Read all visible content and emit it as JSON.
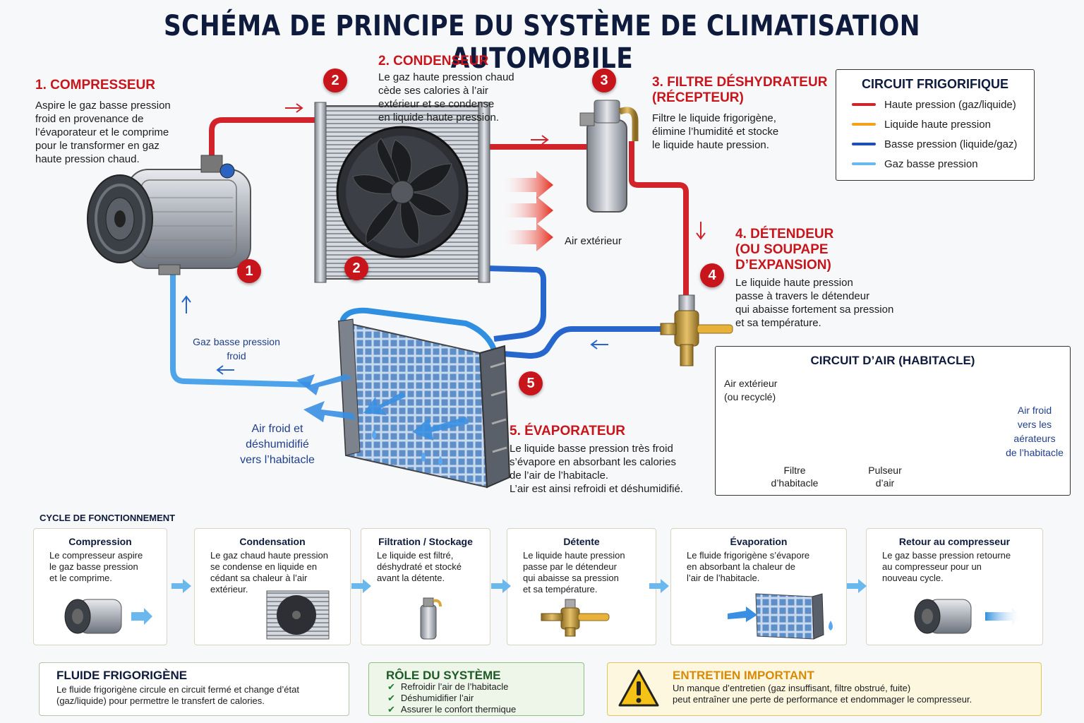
{
  "title": "SCHÉMA DE PRINCIPE DU SYSTÈME DE CLIMATISATION AUTOMOBILE",
  "components": {
    "compresseur": {
      "title": "1. COMPRESSEUR",
      "desc": "Aspire le gaz basse pression\nfroid en provenance de\nl’évaporateur et le comprime\npour le transformer en gaz\nhaute pression chaud."
    },
    "condenseur": {
      "title": "2. CONDENSEUR",
      "desc": "Le gaz haute pression chaud\ncède ses calories à l’air\nextérieur et se condense\nen liquide haute pression."
    },
    "filtre": {
      "title": "3. FILTRE DÉSHYDRATEUR\n(RÉCEPTEUR)",
      "desc": "Filtre le liquide frigorigène,\nélimine l’humidité et stocke\nle liquide haute pression."
    },
    "detendeur": {
      "title": "4. DÉTENDEUR\n(OU SOUPAPE D’EXPANSION)",
      "desc": "Le liquide haute pression\npasse à travers le détendeur\nqui abaisse fortement sa pression\net sa température."
    },
    "evaporateur": {
      "title": "5. ÉVAPORATEUR",
      "desc": "Le liquide basse pression très froid\ns’évapore en absorbant les calories\nde l’air de l’habitacle.\nL’air est ainsi refroidi et déshumidifié."
    }
  },
  "badges": [
    "1",
    "2",
    "2",
    "3",
    "4",
    "5"
  ],
  "labels": {
    "air_exterieur": "Air extérieur",
    "gaz_bp_froid": "Gaz basse pression\nfroid",
    "air_froid": "Air froid et\ndéshumidifié\nvers l’habitacle"
  },
  "legend": {
    "title": "CIRCUIT FRIGORIFIQUE",
    "items": [
      {
        "label": "Haute pression (gaz/liquide)",
        "color": "#d2232a"
      },
      {
        "label": "Liquide haute pression",
        "color": "#f0a21f"
      },
      {
        "label": "Basse pression (liquide/gaz)",
        "color": "#1f4fb5"
      },
      {
        "label": "Gaz basse pression",
        "color": "#6ab8ee"
      }
    ]
  },
  "air_circuit": {
    "title": "CIRCUIT D’AIR (HABITACLE)",
    "entree": "Air extérieur\n(ou recyclé)",
    "filtre": "Filtre\nd’habitacle",
    "pulseur": "Pulseur\nd’air",
    "sortie": "Air froid\nvers les\naérateurs\nde l’habitacle"
  },
  "cycle": {
    "header": "CYCLE DE FONCTIONNEMENT",
    "steps": [
      {
        "title": "Compression",
        "desc": "Le compresseur aspire\nle gaz basse pression\net le comprime.",
        "icon": "compressor-icon"
      },
      {
        "title": "Condensation",
        "desc": "Le gaz chaud haute pression\nse condense en liquide en\ncédant sa chaleur à l’air\nextérieur.",
        "icon": "condenser-icon"
      },
      {
        "title": "Filtration / Stockage",
        "desc": "Le liquide est filtré,\ndéshydraté et stocké\navant la détente.",
        "icon": "filter-drier-icon"
      },
      {
        "title": "Détente",
        "desc": "Le liquide haute pression\npasse par le détendeur\nqui abaisse sa pression\net sa température.",
        "icon": "expansion-valve-icon"
      },
      {
        "title": "Évaporation",
        "desc": "Le fluide frigorigène s’évapore\nen absorbant la chaleur de\nl’air de l’habitacle.",
        "icon": "evaporator-icon"
      },
      {
        "title": "Retour au compresseur",
        "desc": "Le gaz basse pression retourne\nau compresseur pour un\nnouveau cycle.",
        "icon": "compressor-icon"
      }
    ]
  },
  "info": {
    "fluide": {
      "title": "FLUIDE FRIGORIGÈNE",
      "desc": "Le fluide frigorigène circule en circuit fermé et change d’état\n(gaz/liquide) pour permettre le transfert de calories."
    },
    "role": {
      "title": "RÔLE DU SYSTÈME",
      "items": [
        "Refroidir l’air de l’habitacle",
        "Déshumidifier l’air",
        "Assurer le confort thermique"
      ]
    },
    "entretien": {
      "title": "ENTRETIEN IMPORTANT",
      "desc": "Un manque d’entretien (gaz insuffisant, filtre obstrué, fuite)\npeut entraîner une perte de performance et endommager le compresseur."
    }
  }
}
